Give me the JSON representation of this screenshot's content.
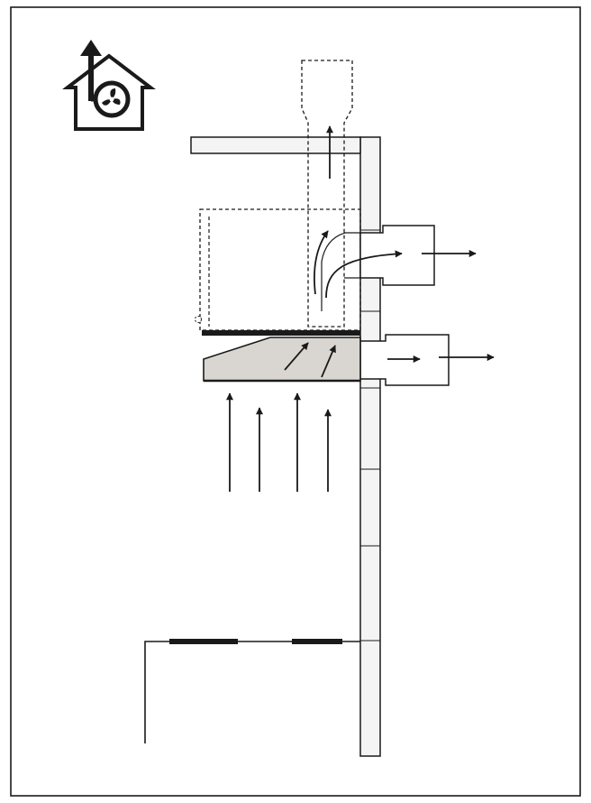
{
  "diagram": {
    "icon": "house-fan-icon",
    "colors": {
      "stroke": "#1a1a1a",
      "wall_fill": "#f4f4f4",
      "hood_fill": "#d9d6d1",
      "arrow": "#1a1a1a",
      "dashed": "#1a1a1a"
    },
    "parts": {
      "wall": "wall-column",
      "ceiling": "ceiling-board",
      "chimney": "chimney-duct-dashed",
      "cabinet": "wall-cabinet-dashed",
      "hood": "range-hood",
      "upper_duct": "upper-exhaust-duct",
      "lower_duct": "lower-exhaust-duct",
      "cooktop": "cooktop-counter"
    },
    "rising_arrow_count": 4
  }
}
